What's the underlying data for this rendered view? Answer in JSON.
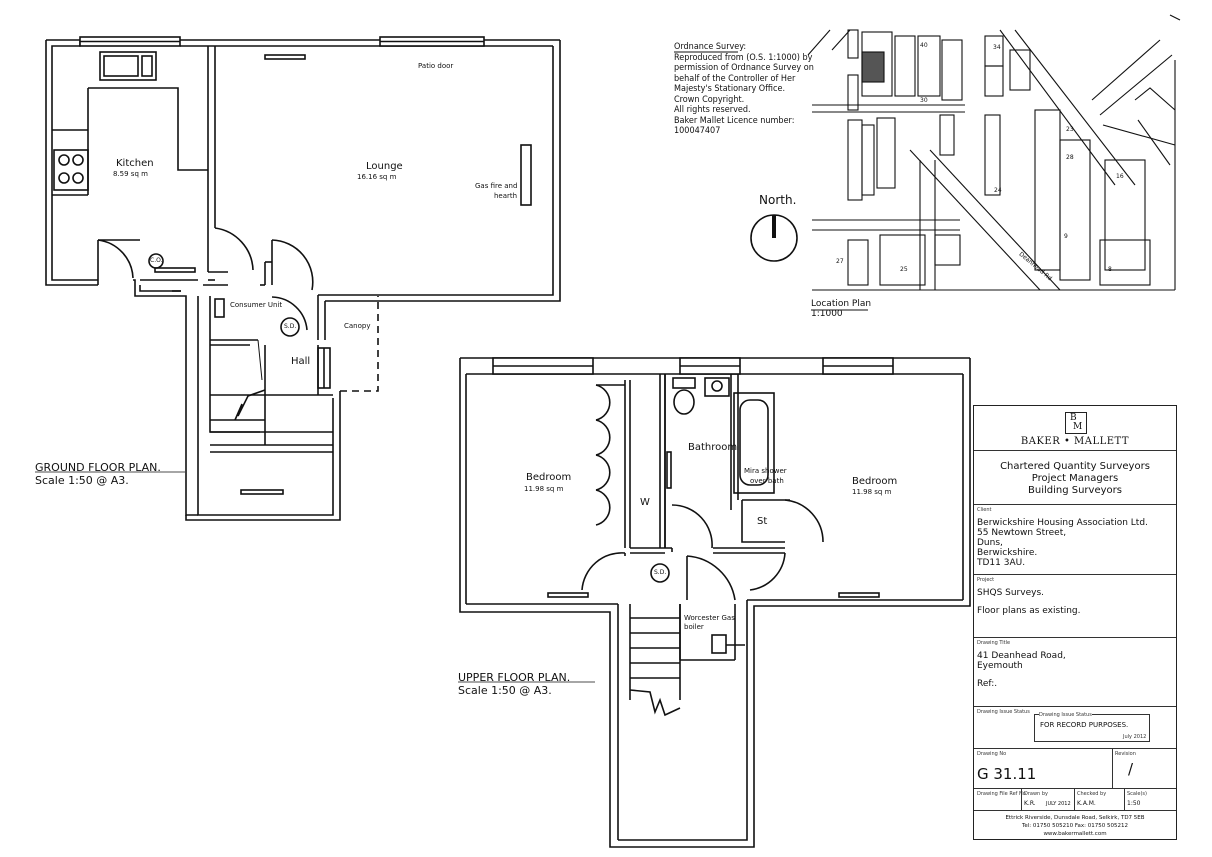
{
  "ordnance_survey": {
    "heading": "Ordnance Survey:",
    "lines": [
      "Reproduced from (O.S. 1:1000) by",
      "permission of Ordnance Survey on",
      "behalf of the Controller of Her",
      "Majesty's Stationary Office.",
      "Crown Copyright.",
      "All rights reserved.",
      "Baker Mallet Licence number:",
      "100047407"
    ]
  },
  "north_label": "North.",
  "location_plan": {
    "title": "Location Plan",
    "scale": "1:1000"
  },
  "map_numbers": [
    "40",
    "34",
    "30",
    "24",
    "23",
    "28",
    "16",
    "27",
    "25",
    "9",
    "8",
    "Deanhead Rd"
  ],
  "ground_floor": {
    "title": "GROUND FLOOR  PLAN.",
    "scale": "Scale 1:50 @ A3.",
    "rooms": {
      "kitchen": "Kitchen",
      "kitchen_area": "8.59 sq m",
      "lounge": "Lounge",
      "lounge_area": "16.16 sq m",
      "patio_door": "Patio door",
      "gas_fire_1": "Gas fire and",
      "gas_fire_2": "hearth",
      "consumer_unit": "Consumer Unit",
      "canopy": "Canopy",
      "hall": "Hall",
      "co": "C.O.",
      "sd": "S.D."
    }
  },
  "upper_floor": {
    "title": "UPPER FLOOR  PLAN.",
    "scale": "Scale 1:50 @ A3.",
    "rooms": {
      "bedroom1": "Bedroom",
      "bedroom1_area": "11.98 sq m",
      "bedroom2": "Bedroom",
      "bedroom2_area": "11.98 sq m",
      "bathroom": "Bathroom",
      "shower_1": "Mira shower",
      "shower_2": "over bath",
      "w": "W",
      "st": "St",
      "boiler_1": "Worcester Gas",
      "boiler_2": "boiler",
      "sd": "S.D."
    }
  },
  "title_block": {
    "logo_letters": [
      "B",
      "M"
    ],
    "brand": "BAKER • MALLETT",
    "services": [
      "Chartered Quantity Surveyors",
      "Project Managers",
      "Building Surveyors"
    ],
    "client_label": "Client",
    "client_lines": [
      "Berwickshire Housing Association Ltd.",
      "55 Newtown Street,",
      "Duns,",
      "Berwickshire.",
      "TD11 3AU."
    ],
    "project_label": "Project",
    "project_lines": [
      "SHQS Surveys.",
      "",
      "Floor plans as existing."
    ],
    "title_label": "Drawing Title",
    "title_lines": [
      "41 Deanhead Road,",
      "Eyemouth",
      "",
      "Ref:."
    ],
    "status_label": "Drawing Issue Status",
    "status_sub_label": "Drawing Issue Status",
    "status_value": "FOR RECORD PURPOSES.",
    "status_date": "July 2012",
    "drawing_no_label": "Drawing No",
    "drawing_no": "G 31.11",
    "revision_label": "Revision",
    "revision": "/",
    "drawing_ref_label": "Drawing File Ref No",
    "drawn_by_label": "Drawn by",
    "drawn_by": "K.R.",
    "drawn_date": "JULY 2012",
    "checked_label": "Checked by",
    "checked_by": "K.A.M.",
    "scale_label": "Scale(s)",
    "scale": "1:50",
    "footer_lines": [
      "Ettrick Riverside, Dunsdale Road, Selkirk, TD7 5EB",
      "Tel:  01750 505210    Fax:  01750 505212",
      "www.bakermallett.com"
    ]
  }
}
